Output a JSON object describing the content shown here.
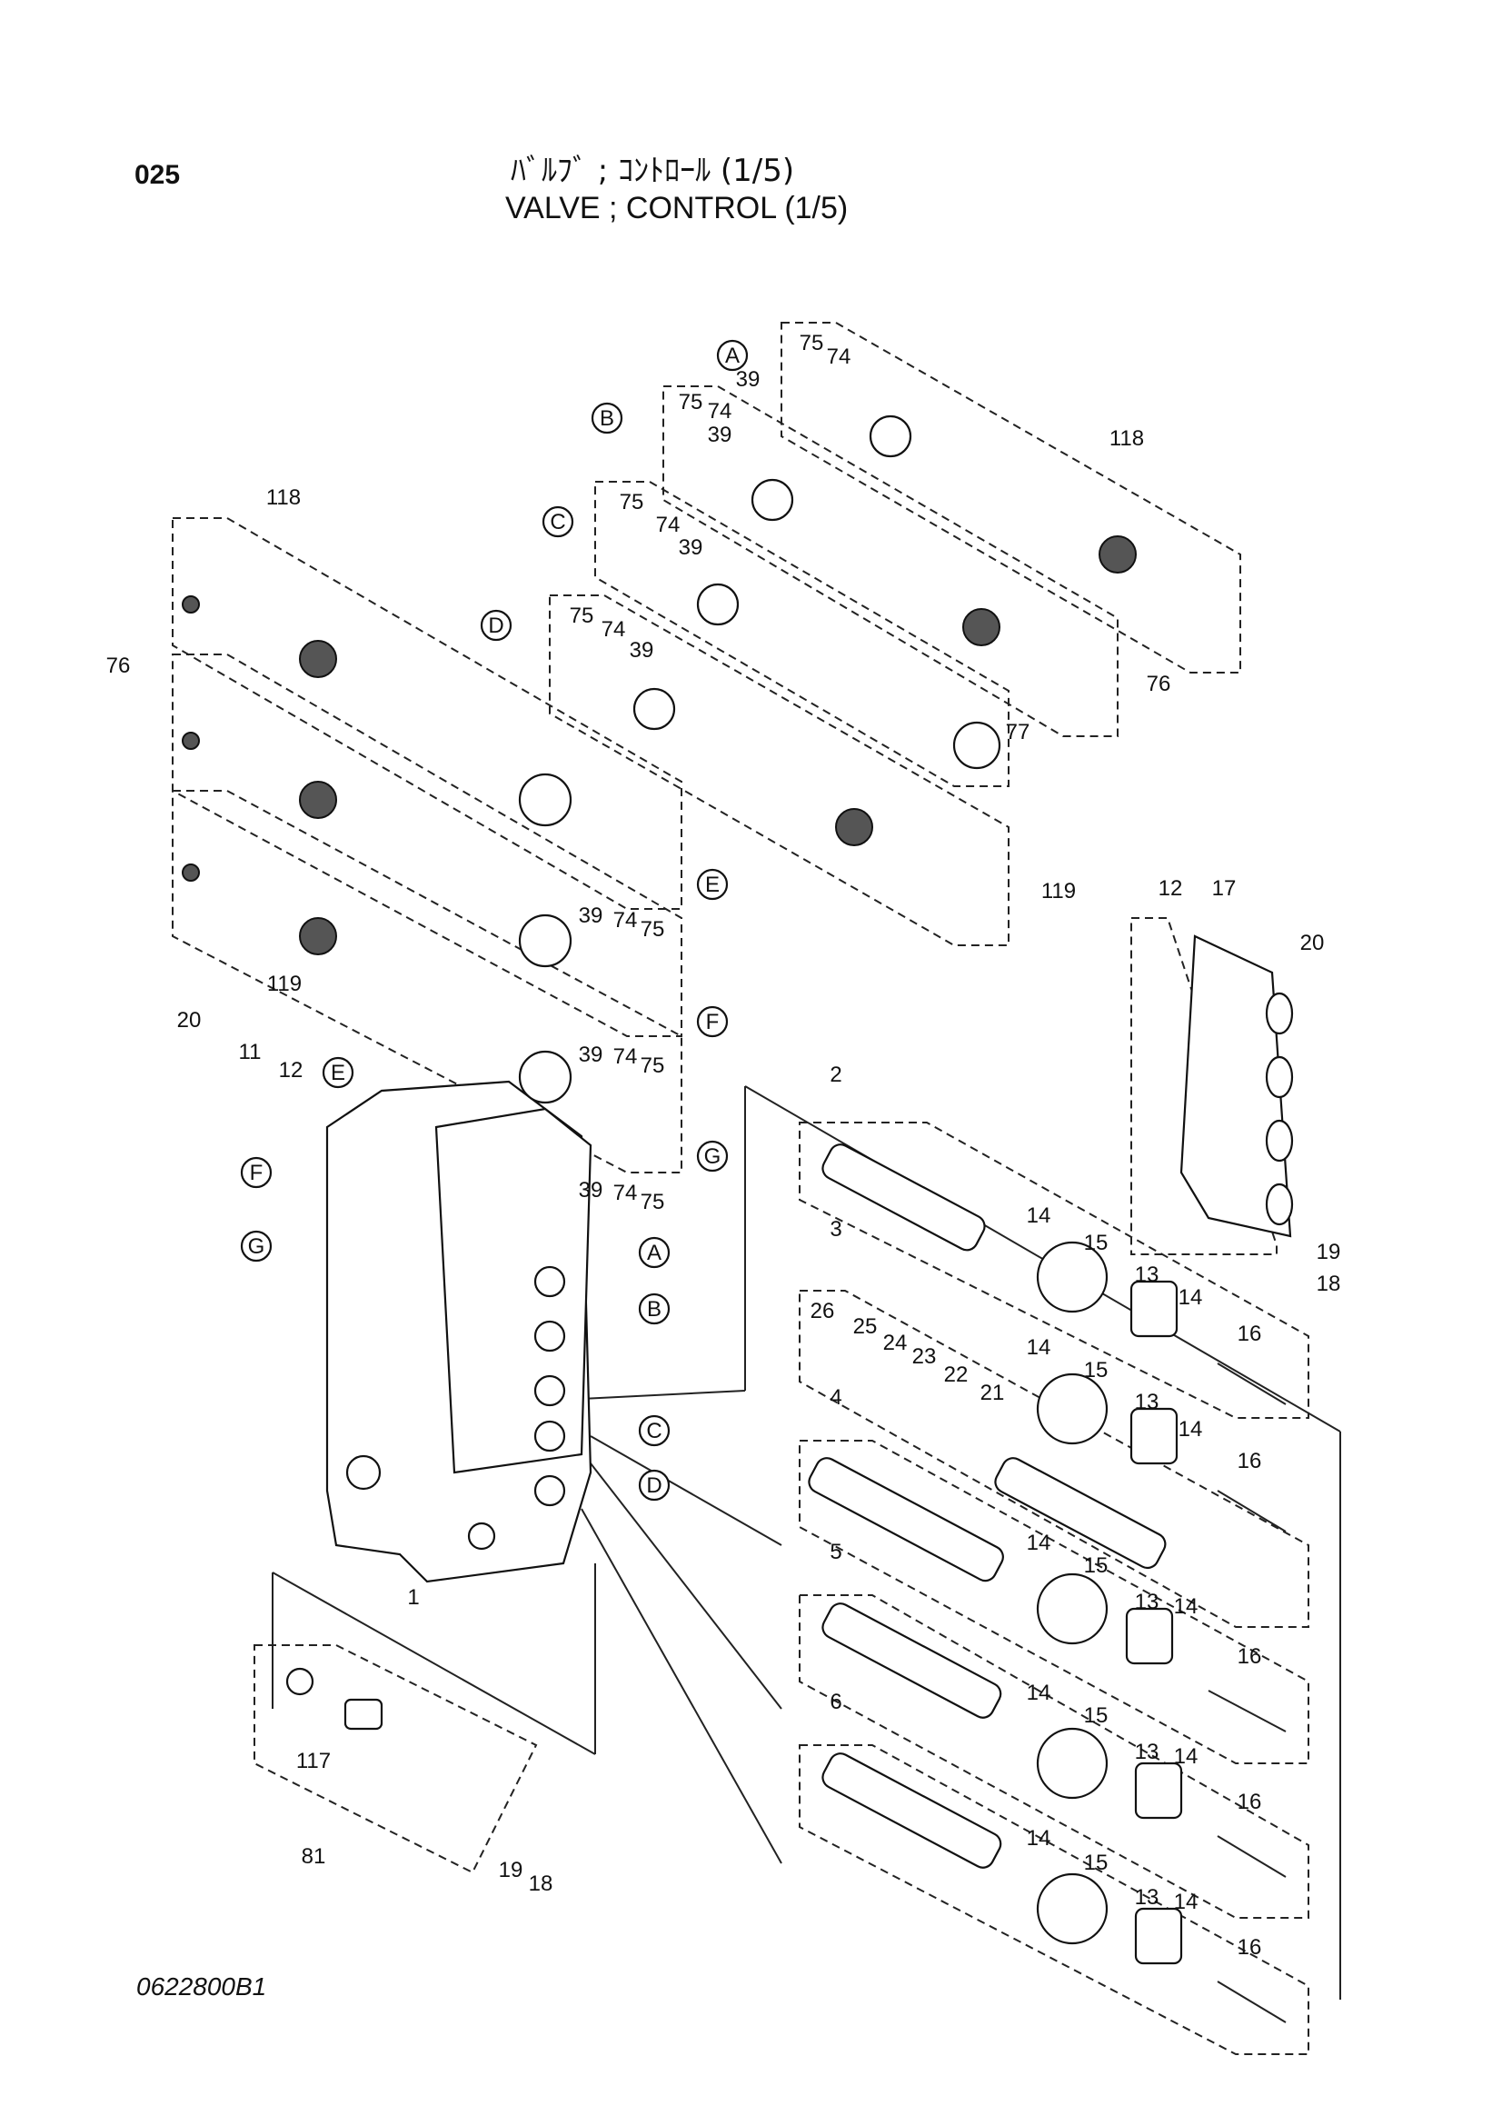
{
  "page_number": "025",
  "title_jp": "ﾊﾞﾙﾌﾞ ; ｺﾝﾄﾛｰﾙ (1/5)",
  "title_en": "VALVE ; CONTROL (1/5)",
  "doc_code": "0622800B1",
  "part_labels": [
    "1",
    "2",
    "3",
    "4",
    "5",
    "6",
    "11",
    "12",
    "12",
    "13",
    "13",
    "13",
    "13",
    "13",
    "14",
    "14",
    "14",
    "14",
    "14",
    "14",
    "14",
    "14",
    "14",
    "14",
    "15",
    "15",
    "15",
    "15",
    "15",
    "16",
    "16",
    "16",
    "16",
    "16",
    "17",
    "18",
    "18",
    "19",
    "19",
    "20",
    "20",
    "21",
    "22",
    "23",
    "24",
    "25",
    "26",
    "39",
    "39",
    "39",
    "39",
    "39",
    "39",
    "39",
    "74",
    "74",
    "74",
    "74",
    "74",
    "74",
    "74",
    "75",
    "75",
    "75",
    "75",
    "75",
    "75",
    "75",
    "76",
    "76",
    "77",
    "81",
    "117",
    "118",
    "118",
    "119",
    "119"
  ],
  "port_markers": [
    "A",
    "B",
    "C",
    "D",
    "E",
    "F",
    "G",
    "A",
    "B",
    "C",
    "D",
    "E",
    "F",
    "G"
  ]
}
